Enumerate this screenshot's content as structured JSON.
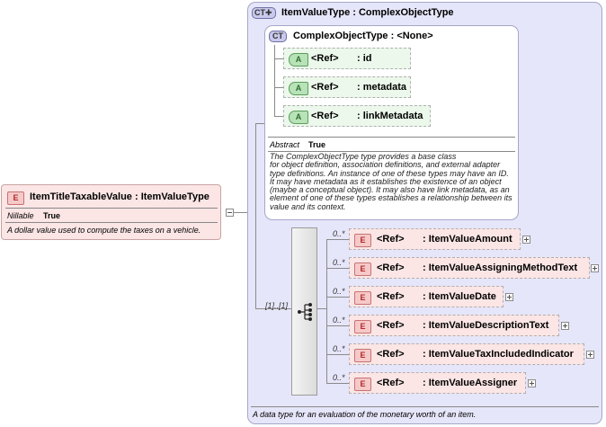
{
  "root_element": {
    "badge": "E",
    "title": "ItemTitleTaxableValue : ItemValueType",
    "nillable_label": "Nillable",
    "nillable_value": "True",
    "description": "A dollar value used to compute the taxes on a vehicle."
  },
  "item_value_type": {
    "badge": "CT",
    "title": "ItemValueType : ComplexObjectType",
    "description": "A data type for an evaluation of the monetary worth of an item."
  },
  "complex_object_type": {
    "badge": "CT",
    "title": "ComplexObjectType : <None>",
    "attributes": [
      {
        "badge": "A",
        "ref": "<Ref>",
        "name": ": id"
      },
      {
        "badge": "A",
        "ref": "<Ref>",
        "name": ": metadata"
      },
      {
        "badge": "A",
        "ref": "<Ref>",
        "name": ": linkMetadata"
      }
    ],
    "abstract_label": "Abstract",
    "abstract_value": "True",
    "description_lines": [
      "The ComplexObjectType type provides a base class",
      "for object definition, association definitions, and external adapter",
      "type definitions. An instance of one of these types may have an ID.",
      "It may have metadata as it establishes the existence of an object",
      "(maybe a conceptual object). It may also have link metadata, as an",
      "element of one of these types establishes a relationship between its",
      "value and its context."
    ]
  },
  "sequence": {
    "occurrence": "[1]..[1]",
    "elements": [
      {
        "badge": "E",
        "occurrence": "0..*",
        "ref": "<Ref>",
        "name": ": ItemValueAmount"
      },
      {
        "badge": "E",
        "occurrence": "0..*",
        "ref": "<Ref>",
        "name": ": ItemValueAssigningMethodText"
      },
      {
        "badge": "E",
        "occurrence": "0..*",
        "ref": "<Ref>",
        "name": ": ItemValueDate"
      },
      {
        "badge": "E",
        "occurrence": "0..*",
        "ref": "<Ref>",
        "name": ": ItemValueDescriptionText"
      },
      {
        "badge": "E",
        "occurrence": "0..*",
        "ref": "<Ref>",
        "name": ": ItemValueTaxIncludedIndicator"
      },
      {
        "badge": "E",
        "occurrence": "0..*",
        "ref": "<Ref>",
        "name": ": ItemValueAssigner"
      }
    ]
  },
  "colors": {
    "element_fill": "#fbe5e5",
    "complex_type_fill": "#e6e6fa",
    "attribute_fill": "#ebf8eb",
    "sequence_fill": "#e8e8e8"
  }
}
